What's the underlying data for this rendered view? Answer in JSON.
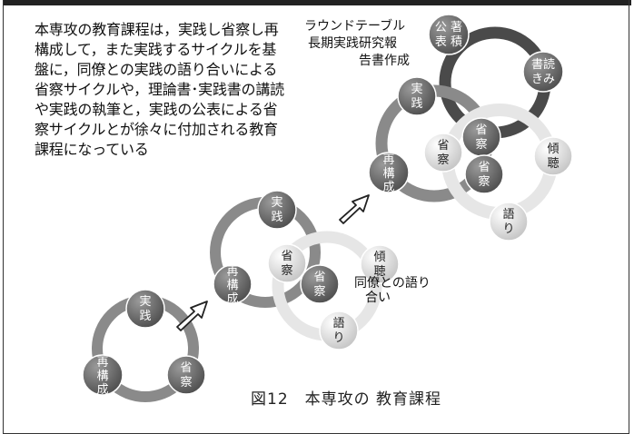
{
  "description": "本専攻の教育課程は，実践し省察し再構成して，また実践するサイクルを基盤に，同僚との実践の語り合いによる省察サイクルや，理論書･実践書の講読や実践の執筆と，実践の公表による省察サイクルとが徐々に付加される教育課程になっている",
  "roundtable_label": [
    "ラウンドテーブル",
    "長期実践研究報",
    "告書作成"
  ],
  "stage1": {
    "jissen": [
      "実",
      "践"
    ],
    "seisatsu": [
      "省",
      "察"
    ],
    "saikousei": [
      "再",
      "構",
      "成"
    ]
  },
  "stage2": {
    "jissen": [
      "実",
      "践"
    ],
    "saikousei": [
      "再",
      "構",
      "成"
    ],
    "seisatsu_a": [
      "省",
      "察"
    ],
    "seisatsu_b": [
      "省",
      "察"
    ],
    "keichou": [
      "傾",
      "聴"
    ],
    "katari": [
      "語",
      "り"
    ],
    "douryou_label": [
      "同僚との語り",
      "合い"
    ]
  },
  "stage3": {
    "jissen": [
      "実",
      "践"
    ],
    "saikousei": [
      "再",
      "構",
      "成"
    ],
    "seisatsu_a": [
      "省",
      "察"
    ],
    "seisatsu_b": [
      "省",
      "察"
    ],
    "seisatsu_c": [
      "省",
      "察"
    ],
    "keichou": [
      "傾",
      "聴"
    ],
    "katari": [
      "語",
      "り"
    ],
    "kouhyou": [
      "公 著",
      "表 積"
    ],
    "shodoku": [
      "書読",
      "きみ"
    ]
  },
  "caption": "図12　本専攻の 教育課程",
  "colors": {
    "ring_mid": "#8a8a8a",
    "ring_dark": "#4a4a4a",
    "ring_light": "#e6e6e6",
    "node_dark": "#6b6b6b",
    "node_light": "#d6d6d6"
  }
}
